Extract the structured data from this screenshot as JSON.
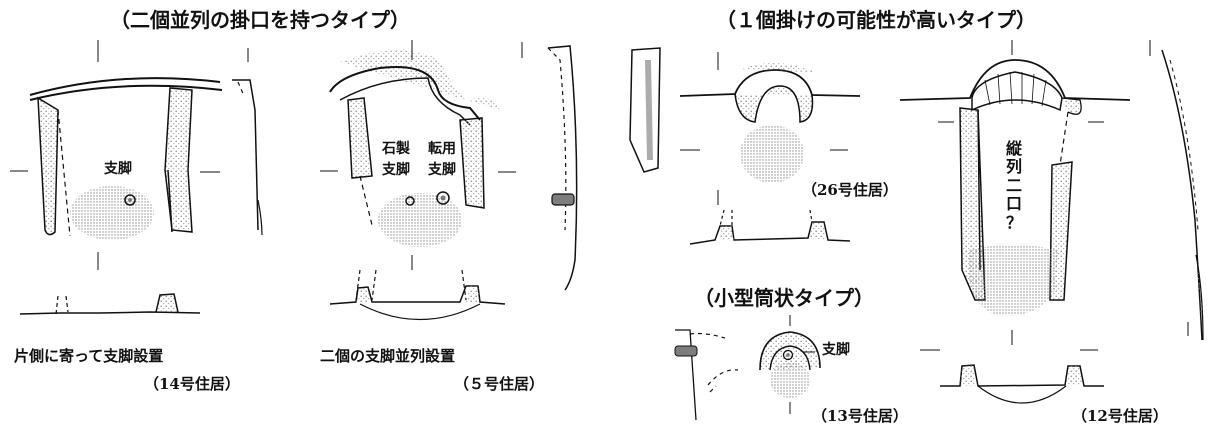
{
  "headings": {
    "double": "（二個並列の掛口を持つタイプ）",
    "single": "（１個掛けの可能性が高いタイプ）",
    "small": "（小型筒状タイプ）"
  },
  "figures": {
    "fig14": {
      "caption": "片側に寄って支脚設置",
      "house": "（14号住居）",
      "label": "支脚"
    },
    "fig5": {
      "caption": "二個の支脚並列設置",
      "house": "（５号住居）",
      "label_stone_1": "石製",
      "label_stone_2": "支脚",
      "label_reuse_1": "転用",
      "label_reuse_2": "支脚"
    },
    "fig26": {
      "house": "（26号住居）"
    },
    "fig13": {
      "house": "（13号住居）",
      "label": "支脚"
    },
    "fig12": {
      "house": "（12号住居）",
      "vertical_text": [
        "縦",
        "列",
        "二",
        "口",
        "？"
      ]
    }
  },
  "colors": {
    "ink": "#111111",
    "stipple": "#9a9a9a",
    "stone": "#7d7d7d"
  }
}
